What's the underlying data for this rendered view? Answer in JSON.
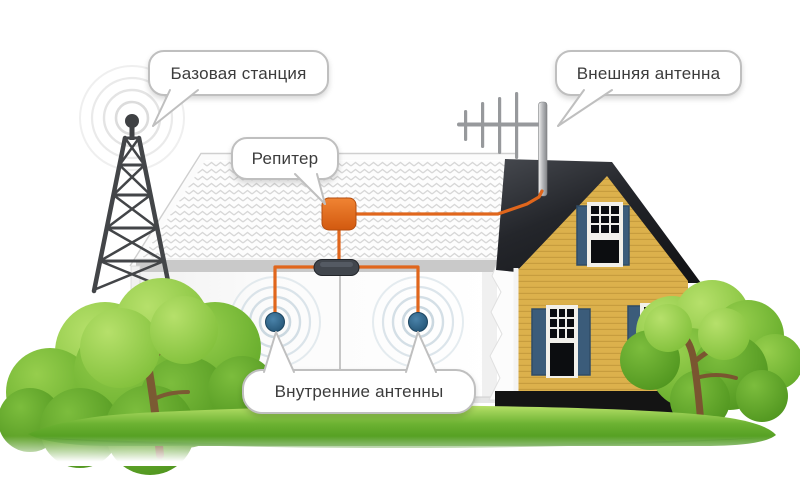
{
  "diagram": {
    "type": "illustration",
    "language": "ru",
    "subject": "gsm-repeater-house-schematic",
    "callouts": [
      {
        "id": "base-station",
        "label": "Базовая станция"
      },
      {
        "id": "external-antenna",
        "label": "Внешняя антенна"
      },
      {
        "id": "repeater",
        "label": "Репитер"
      },
      {
        "id": "indoor-antennas",
        "label": "Внутренние антенны"
      }
    ],
    "icons": {
      "cell-tower-icon": "lattice radio tower with signal waves",
      "yagi-antenna-icon": "outdoor directional antenna on roof mast",
      "repeater-box-icon": "orange repeater unit",
      "splitter-icon": "dark cable splitter on ceiling",
      "indoor-antenna-icon": "blue dome antenna with signal waves",
      "house-cutaway": "house section with attic, two rooms, yellow gable end",
      "tree-icon": "green tree",
      "grass-icon": "grass strip"
    },
    "colors": {
      "cable_orange": "#e0661c",
      "repeater_orange": "#e2691e",
      "splitter_gray": "#41464d",
      "antenna_dot_blue": "#2d5c80",
      "signal_wave_gray": "#d8d8d8",
      "house_yellow": "#dcb14c",
      "roof_black": "#1d1f23",
      "shutter_blue": "#3b5c7a",
      "grass_green": "#5fa829",
      "foliage_green": "#7cbd36",
      "bubble_border": "#bfbfbf",
      "label_text": "#3c3c3c"
    }
  }
}
